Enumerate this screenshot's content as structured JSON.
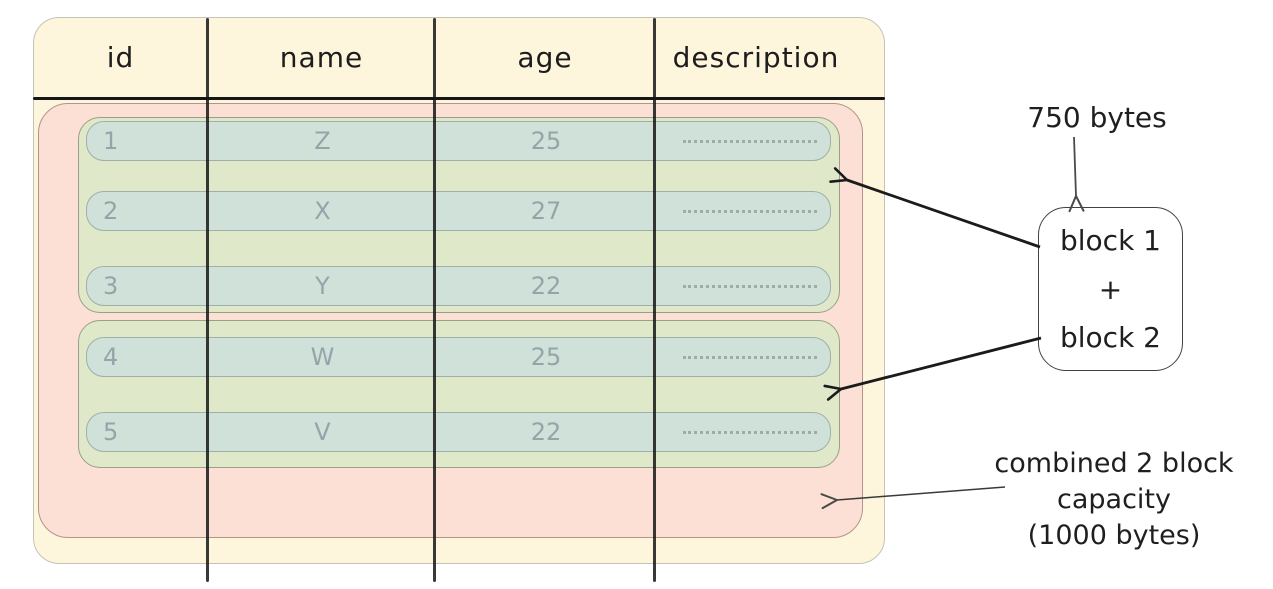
{
  "table": {
    "columns": [
      "id",
      "name",
      "age",
      "description"
    ],
    "rows": [
      {
        "id": "1",
        "name": "Z",
        "age": "25"
      },
      {
        "id": "2",
        "name": "X",
        "age": "27"
      },
      {
        "id": "3",
        "name": "Y",
        "age": "22"
      },
      {
        "id": "4",
        "name": "W",
        "age": "25"
      },
      {
        "id": "5",
        "name": "V",
        "age": "22"
      }
    ]
  },
  "blocks": {
    "block1_rows": [
      "1",
      "2",
      "3"
    ],
    "block2_rows": [
      "4",
      "5"
    ]
  },
  "annotations": {
    "bytes_note": "750 bytes",
    "block_box": {
      "line1": "block 1",
      "plus": "+",
      "line2": "block 2"
    },
    "capacity_note": {
      "line1": "combined 2 block",
      "line2": "capacity",
      "line3": "(1000 bytes)"
    }
  },
  "colors": {
    "table_fill": "#fdf5dc",
    "table_border": "#c6c2b6",
    "capacity_fill": "#fce0d5",
    "capacity_border": "#b3948b",
    "block_fill": "#dfe8c8",
    "block_border": "#9aa087",
    "row_fill": "#d0e1da",
    "row_border": "#9fafa9",
    "row_text": "#93a5a9",
    "dots_color": "#a0aba7",
    "header_text": "#1d1d1d",
    "line_color": "#161616",
    "annotation_text": "#1f1f1f"
  }
}
